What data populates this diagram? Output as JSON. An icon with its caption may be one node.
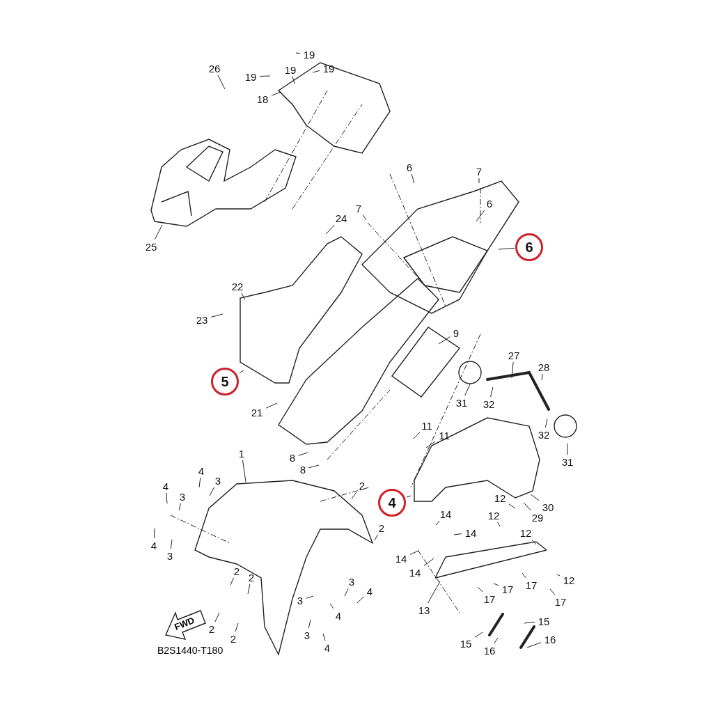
{
  "diagram": {
    "nodes": [
      {
        "text": [
          "26"
        ]
      },
      {
        "text": [
          "19"
        ]
      },
      {
        "text": [
          "19"
        ]
      },
      {
        "text": [
          "19"
        ]
      },
      {
        "text": [
          "19"
        ]
      },
      {
        "text": [
          "18"
        ]
      },
      {
        "text": [
          "25"
        ]
      },
      {
        "text": [
          "24"
        ]
      },
      {
        "text": [
          "7"
        ]
      },
      {
        "text": [
          "7"
        ]
      },
      {
        "text": [
          "6"
        ]
      },
      {
        "text": [
          "6"
        ]
      },
      {
        "text": [
          "6"
        ]
      },
      {
        "text": [
          "22"
        ]
      },
      {
        "text": [
          "23"
        ]
      },
      {
        "text": [
          "5"
        ]
      },
      {
        "text": [
          "21"
        ]
      },
      {
        "text": [
          "9"
        ]
      },
      {
        "text": [
          "27"
        ]
      },
      {
        "text": [
          "28"
        ]
      },
      {
        "text": [
          "31"
        ]
      },
      {
        "text": [
          "32"
        ]
      },
      {
        "text": [
          "32"
        ]
      },
      {
        "text": [
          "31"
        ]
      },
      {
        "text": [
          "11"
        ]
      },
      {
        "text": [
          "11"
        ]
      },
      {
        "text": [
          "8"
        ]
      },
      {
        "text": [
          "8"
        ]
      },
      {
        "text": [
          "1"
        ]
      },
      {
        "text": [
          "4"
        ]
      },
      {
        "text": [
          "30"
        ]
      },
      {
        "text": [
          "29"
        ]
      },
      {
        "text": [
          "12"
        ]
      },
      {
        "text": [
          "12"
        ]
      },
      {
        "text": [
          "12"
        ]
      },
      {
        "text": [
          "12"
        ]
      },
      {
        "text": [
          "14"
        ]
      },
      {
        "text": [
          "14"
        ]
      },
      {
        "text": [
          "14"
        ]
      },
      {
        "text": [
          "14"
        ]
      },
      {
        "text": [
          "13"
        ]
      },
      {
        "text": [
          "17"
        ]
      },
      {
        "text": [
          "17"
        ]
      },
      {
        "text": [
          "17"
        ]
      },
      {
        "text": [
          "17"
        ]
      },
      {
        "text": [
          "15"
        ]
      },
      {
        "text": [
          "16"
        ]
      },
      {
        "text": [
          "15"
        ]
      },
      {
        "text": [
          "16"
        ]
      },
      {
        "text": [
          "4"
        ]
      },
      {
        "text": [
          "3"
        ]
      },
      {
        "text": [
          "4"
        ]
      },
      {
        "text": [
          "3"
        ]
      },
      {
        "text": [
          "4"
        ]
      },
      {
        "text": [
          "3"
        ]
      },
      {
        "text": [
          "2"
        ]
      },
      {
        "text": [
          "2"
        ]
      },
      {
        "text": [
          "2"
        ]
      },
      {
        "text": [
          "2"
        ]
      },
      {
        "text": [
          "2"
        ]
      },
      {
        "text": [
          "2"
        ]
      },
      {
        "text": [
          "3"
        ]
      },
      {
        "text": [
          "4"
        ]
      },
      {
        "text": [
          "3"
        ]
      },
      {
        "text": [
          "4"
        ]
      },
      {
        "text": [
          "3"
        ]
      },
      {
        "text": [
          "4"
        ]
      }
    ],
    "edges": [
      {
        "from": 0,
        "to": null,
        "arrow": "none"
      },
      {
        "from": 1,
        "to": null,
        "arrow": "none"
      },
      {
        "from": 2,
        "to": null,
        "arrow": "none"
      },
      {
        "from": 3,
        "to": null,
        "arrow": "none"
      },
      {
        "from": 4,
        "to": null,
        "arrow": "none"
      },
      {
        "from": 5,
        "to": null,
        "arrow": "none"
      },
      {
        "from": 6,
        "to": null,
        "arrow": "none"
      },
      {
        "from": 7,
        "to": null,
        "arrow": "none"
      },
      {
        "from": 8,
        "to": null,
        "arrow": "none"
      },
      {
        "from": 9,
        "to": null,
        "arrow": "none"
      },
      {
        "from": 10,
        "to": null,
        "arrow": "none"
      },
      {
        "from": 11,
        "to": null,
        "arrow": "none"
      },
      {
        "from": 12,
        "to": null,
        "arrow": "none"
      },
      {
        "from": 13,
        "to": null,
        "arrow": "none"
      },
      {
        "from": 14,
        "to": null,
        "arrow": "none"
      },
      {
        "from": 15,
        "to": null,
        "arrow": "none"
      },
      {
        "from": 16,
        "to": null,
        "arrow": "none"
      },
      {
        "from": 17,
        "to": null,
        "arrow": "none"
      },
      {
        "from": 18,
        "to": null,
        "arrow": "none"
      },
      {
        "from": 19,
        "to": null,
        "arrow": "none"
      },
      {
        "from": 20,
        "to": null,
        "arrow": "none"
      },
      {
        "from": 21,
        "to": null,
        "arrow": "none"
      },
      {
        "from": 22,
        "to": null,
        "arrow": "none"
      },
      {
        "from": 23,
        "to": null,
        "arrow": "none"
      },
      {
        "from": 24,
        "to": null,
        "arrow": "none"
      },
      {
        "from": 25,
        "to": null,
        "arrow": "none"
      },
      {
        "from": 26,
        "to": null,
        "arrow": "none"
      },
      {
        "from": 27,
        "to": null,
        "arrow": "none"
      },
      {
        "from": 28,
        "to": null,
        "arrow": "none"
      },
      {
        "from": 29,
        "to": null,
        "arrow": "none"
      },
      {
        "from": 30,
        "to": null,
        "arrow": "none"
      },
      {
        "from": 31,
        "to": null,
        "arrow": "none"
      },
      {
        "from": 32,
        "to": null,
        "arrow": "none"
      },
      {
        "from": 33,
        "to": null,
        "arrow": "none"
      },
      {
        "from": 34,
        "to": null,
        "arrow": "none"
      },
      {
        "from": 35,
        "to": null,
        "arrow": "none"
      },
      {
        "from": 36,
        "to": null,
        "arrow": "none"
      },
      {
        "from": 37,
        "to": null,
        "arrow": "none"
      },
      {
        "from": 38,
        "to": null,
        "arrow": "none"
      },
      {
        "from": 39,
        "to": null,
        "arrow": "none"
      },
      {
        "from": 40,
        "to": null,
        "arrow": "none"
      },
      {
        "from": 41,
        "to": null,
        "arrow": "none"
      },
      {
        "from": 42,
        "to": null,
        "arrow": "none"
      },
      {
        "from": 43,
        "to": null,
        "arrow": "none"
      },
      {
        "from": 44,
        "to": null,
        "arrow": "none"
      },
      {
        "from": 45,
        "to": null,
        "arrow": "none"
      },
      {
        "from": 46,
        "to": null,
        "arrow": "none"
      },
      {
        "from": 47,
        "to": null,
        "arrow": "none"
      },
      {
        "from": 48,
        "to": null,
        "arrow": "none"
      },
      {
        "from": 49,
        "to": null,
        "arrow": "none"
      },
      {
        "from": 50,
        "to": null,
        "arrow": "none"
      },
      {
        "from": 51,
        "to": null,
        "arrow": "none"
      },
      {
        "from": 52,
        "to": null,
        "arrow": "none"
      },
      {
        "from": 53,
        "to": null,
        "arrow": "none"
      },
      {
        "from": 54,
        "to": null,
        "arrow": "none"
      },
      {
        "from": 55,
        "to": null,
        "arrow": "none"
      },
      {
        "from": 56,
        "to": null,
        "arrow": "none"
      },
      {
        "from": 57,
        "to": null,
        "arrow": "none"
      },
      {
        "from": 58,
        "to": null,
        "arrow": "none"
      },
      {
        "from": 59,
        "to": null,
        "arrow": "none"
      },
      {
        "from": 60,
        "to": null,
        "arrow": "none"
      },
      {
        "from": 61,
        "to": null,
        "arrow": "none"
      },
      {
        "from": 62,
        "to": null,
        "arrow": "none"
      },
      {
        "from": 63,
        "to": null,
        "arrow": "none"
      },
      {
        "from": 64,
        "to": null,
        "arrow": "none"
      },
      {
        "from": 65,
        "to": null,
        "arrow": "none"
      },
      {
        "from": 66,
        "to": null,
        "arrow": "none"
      }
    ],
    "labels": [
      "FWD",
      "B2S1440-T180"
    ]
  }
}
